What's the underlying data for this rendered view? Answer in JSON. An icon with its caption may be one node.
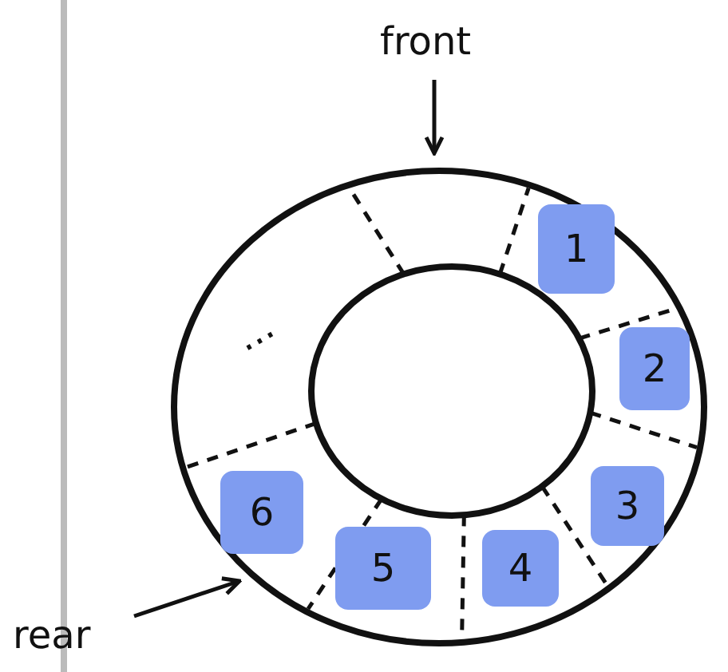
{
  "diagram": {
    "nodes": [
      {
        "text": [
          "front"
        ]
      },
      {
        "text": [],
        "shape": "circle"
      },
      {
        "text": [
          "1"
        ],
        "in": 1
      },
      {
        "text": [
          "2"
        ],
        "in": 1
      },
      {
        "text": [
          "3"
        ],
        "in": 1
      },
      {
        "text": [
          "4"
        ],
        "in": 1
      },
      {
        "text": [
          "5"
        ],
        "in": 1
      },
      {
        "text": [
          "6"
        ],
        "in": 1
      },
      {
        "text": [
          "rear"
        ]
      }
    ],
    "edges": [
      {
        "from": 0,
        "to": 1,
        "arrow": "to"
      },
      {
        "from": 8,
        "to": 1,
        "arrow": "to"
      }
    ],
    "labels": [
      "..."
    ]
  }
}
